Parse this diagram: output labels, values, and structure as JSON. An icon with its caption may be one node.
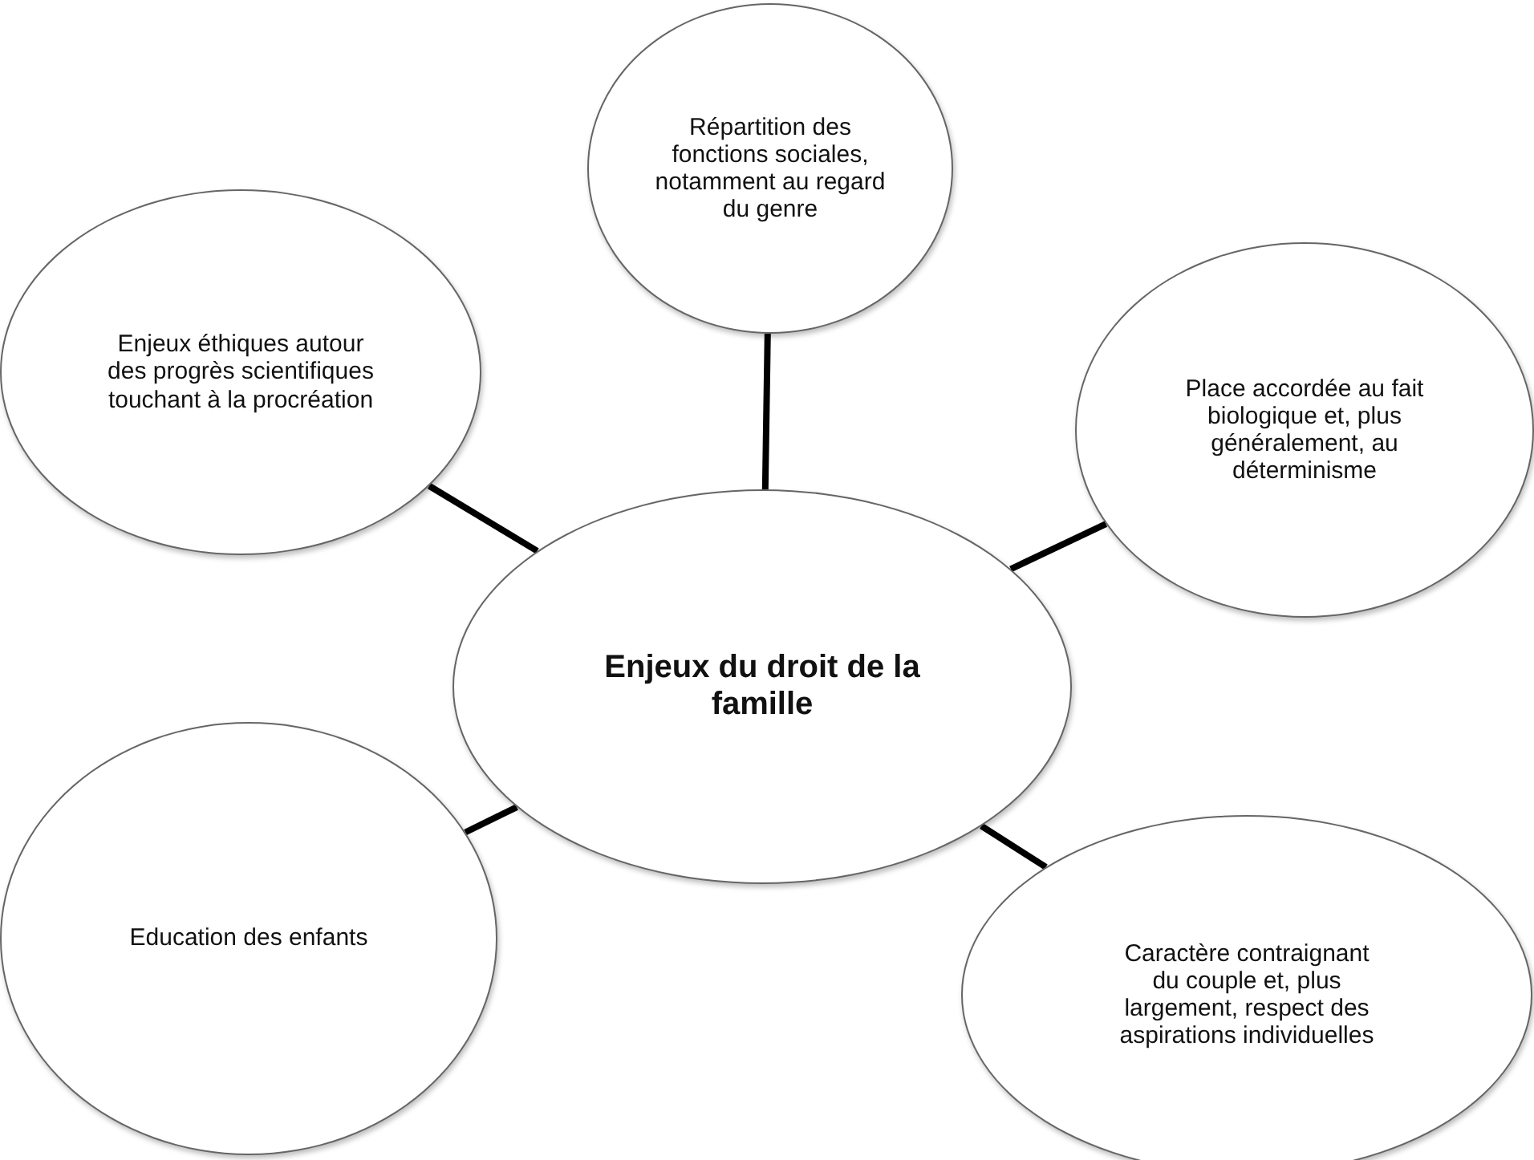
{
  "diagram": {
    "nodes": [
      {
        "text": [
          "Répartition des fonctions sociales, notamment au regard du genre"
        ]
      },
      {
        "text": [
          "Enjeux éthiques autour des progrès scientifiques touchant à la procréation"
        ]
      },
      {
        "text": [
          "Place accordée au fait biologique et, plus généralement, au déterminisme"
        ]
      },
      {
        "text": [
          "Enjeux du droit de la famille"
        ]
      },
      {
        "text": [
          "Education des enfants"
        ]
      },
      {
        "text": [
          "Caractère contraignant du couple et, plus largement, respect des aspirations individuelles"
        ]
      }
    ],
    "edges": [
      {
        "from": 3,
        "to": 0,
        "arrow": "none"
      },
      {
        "from": 3,
        "to": 1,
        "arrow": "none"
      },
      {
        "from": 3,
        "to": 2,
        "arrow": "none"
      },
      {
        "from": 3,
        "to": 4,
        "arrow": "none"
      },
      {
        "from": 3,
        "to": 5,
        "arrow": "none"
      }
    ]
  }
}
